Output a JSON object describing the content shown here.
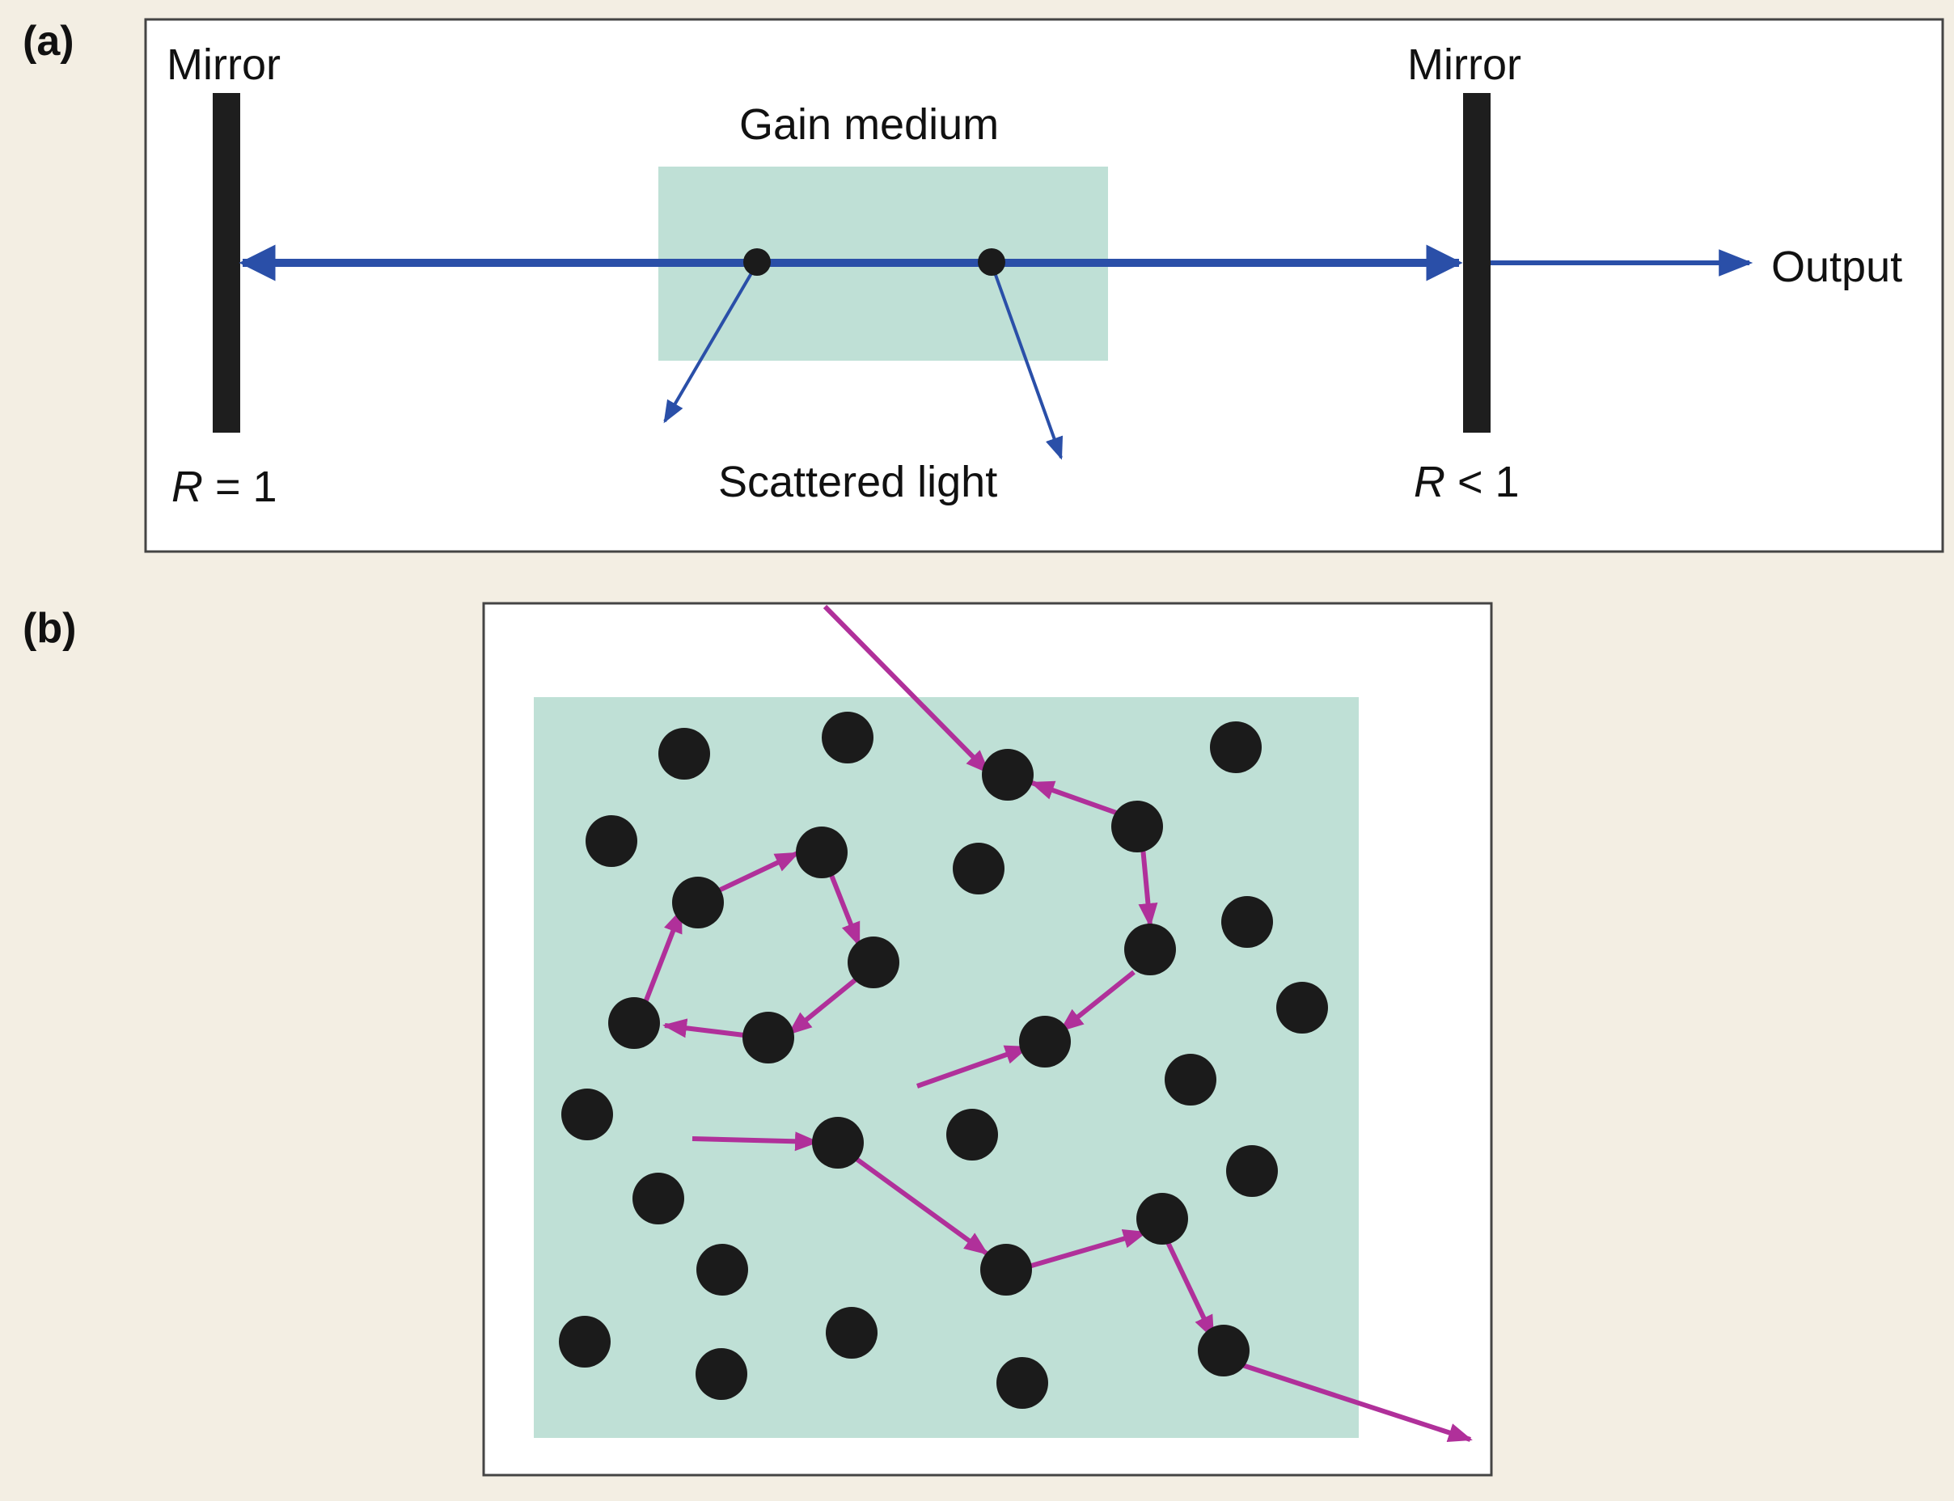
{
  "panel_a": {
    "label": "(a)",
    "left_mirror_label": "Mirror",
    "right_mirror_label": "Mirror",
    "gain_medium_label": "Gain medium",
    "output_label": "Output",
    "left_reflectivity": {
      "var": "R",
      "rest": " = 1"
    },
    "right_reflectivity": {
      "var": "R",
      "rest": " < 1"
    },
    "scattered_label": "Scattered light"
  },
  "panel_b": {
    "label": "(b)"
  },
  "colors": {
    "background": "#f3eee3",
    "gain_medium": "#bfe0d6",
    "beam": "#2a4fa8",
    "random_path": "#b0309a",
    "scatterer": "#1b1b1b",
    "mirror": "#1e1e1e"
  }
}
